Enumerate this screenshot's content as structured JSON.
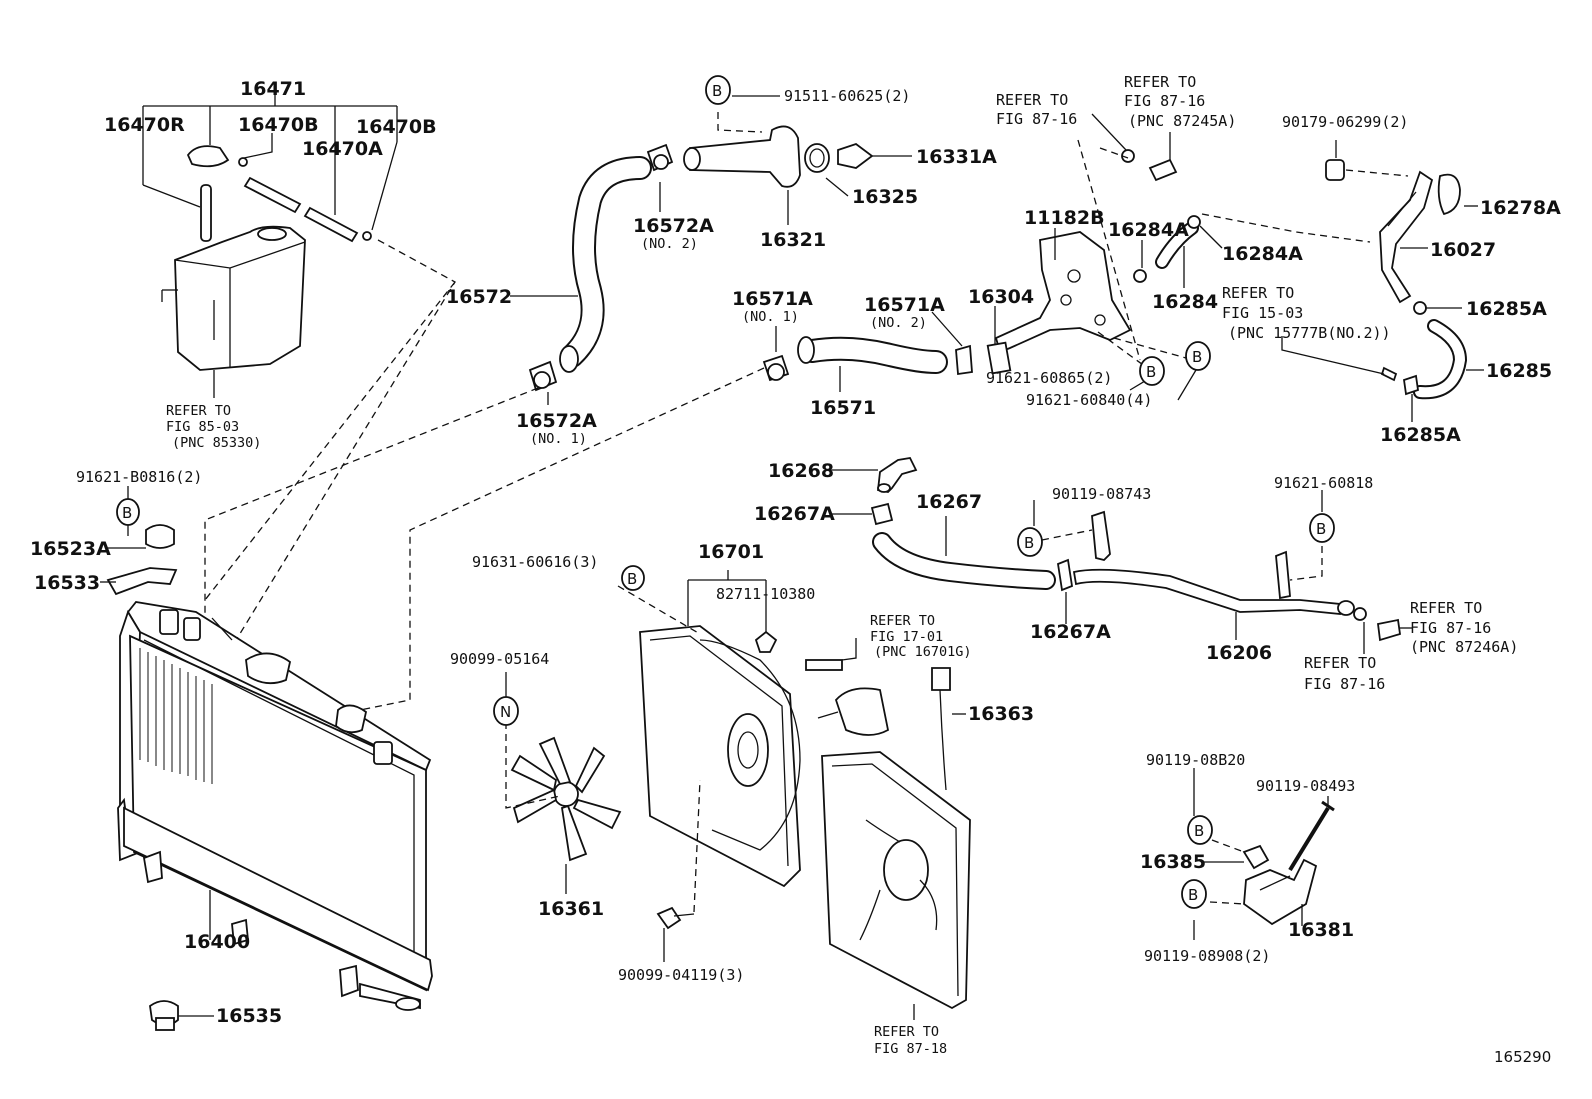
{
  "diagram_id": "165290",
  "part_numbers": {
    "p16471": "16471",
    "p16470R": "16470R",
    "p16470B_a": "16470B",
    "p16470A": "16470A",
    "p16470B_b": "16470B",
    "p16572": "16572",
    "p16572A_top": "16572A",
    "p16572A_top_sub": "(NO. 2)",
    "p16572A_bot": "16572A",
    "p16572A_bot_sub": "(NO. 1)",
    "p91511": "91511-60625(2)",
    "p16331A": "16331A",
    "p16325": "16325",
    "p16321": "16321",
    "p16571A_1": "16571A",
    "p16571A_1_sub": "(NO. 1)",
    "p16571A_2": "16571A",
    "p16571A_2_sub": "(NO. 2)",
    "p16571": "16571",
    "p16304": "16304",
    "p11182B": "11182B",
    "p16284A_a": "16284A",
    "p16284A_b": "16284A",
    "p16284": "16284",
    "p91621_60865": "91621-60865(2)",
    "p91621_60840": "91621-60840(4)",
    "p90179": "90179-06299(2)",
    "p16278A": "16278A",
    "p16027": "16027",
    "p16285A_a": "16285A",
    "p16285": "16285",
    "p16285A_b": "16285A",
    "p91621_B0816": "91621-B0816(2)",
    "p16523A": "16523A",
    "p16533": "16533",
    "p16400": "16400",
    "p16535": "16535",
    "p16268": "16268",
    "p16267A_a": "16267A",
    "p16267": "16267",
    "p16267A_b": "16267A",
    "p90119_08743": "90119-08743",
    "p91621_60818": "91621-60818",
    "p16206": "16206",
    "p91631": "91631-60616(3)",
    "p16701": "16701",
    "p82711": "82711-10380",
    "p90099_05164": "90099-05164",
    "p16361": "16361",
    "p90099_04119": "90099-04119(3)",
    "p16363": "16363",
    "p90119_08B20": "90119-08B20",
    "p90119_08493": "90119-08493",
    "p16385": "16385",
    "p16381": "16381",
    "p90119_08908": "90119-08908(2)"
  },
  "references": {
    "ref_85_03": [
      "REFER TO",
      "FIG 85-03",
      "(PNC 85330)"
    ],
    "ref_87_16_a": [
      "REFER TO",
      "FIG 87-16"
    ],
    "ref_87_16_b": [
      "REFER TO",
      "FIG 87-16",
      "(PNC 87245A)"
    ],
    "ref_15_03": [
      "REFER TO",
      "FIG 15-03",
      "(PNC 15777B(NO.2))"
    ],
    "ref_17_01": [
      "REFER TO",
      "FIG 17-01",
      "(PNC 16701G)"
    ],
    "ref_87_16_c": [
      "REFER TO",
      "FIG 87-16",
      "(PNC 87246A)"
    ],
    "ref_87_16_d": [
      "REFER TO",
      "FIG 87-16"
    ],
    "ref_87_18": [
      "REFER TO",
      "FIG 87-18"
    ]
  },
  "symbols": {
    "b": "B",
    "n": "N"
  }
}
